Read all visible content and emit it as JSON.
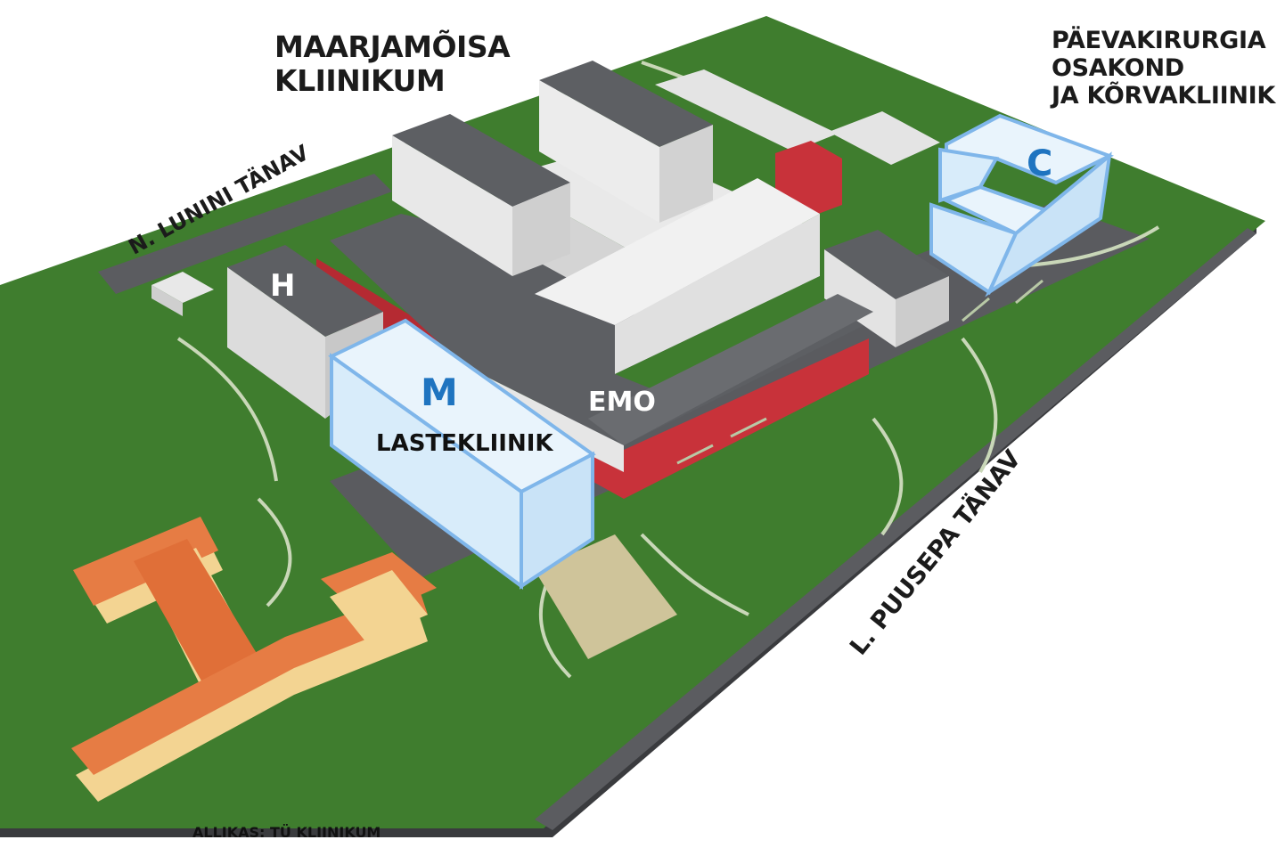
{
  "labels": {
    "main_title_line1": "MAARJAMÕISA",
    "main_title_line2": "KLIINIKUM",
    "day_surgery_line1": "PÄEVAKIRURGIA",
    "day_surgery_line2": "OSAKOND",
    "day_surgery_line3": "JA KÕRVAKLIINIK",
    "street_lunini": "N. LUNINI TÄNAV",
    "street_puusepa": "L. PUUSEPA TÄNAV",
    "building_h": "H",
    "building_m": "M",
    "building_c": "C",
    "emo": "EMO",
    "childrens_clinic": "LASTEKLIINIK",
    "source": "ALLIKAS: TÜ KLIINIKUM"
  },
  "colors": {
    "grass": "#3f7d2e",
    "road": "#55565a",
    "new_building_fill": "#d8ecfa",
    "new_building_outline": "#7fb6ea",
    "existing_building": "#e2e2e2",
    "roof_dark": "#5d5f63",
    "red_wall": "#c8323a",
    "historic_roof": "#e67c44",
    "historic_wall": "#f3d492",
    "label_accent": "#1f74c0"
  }
}
